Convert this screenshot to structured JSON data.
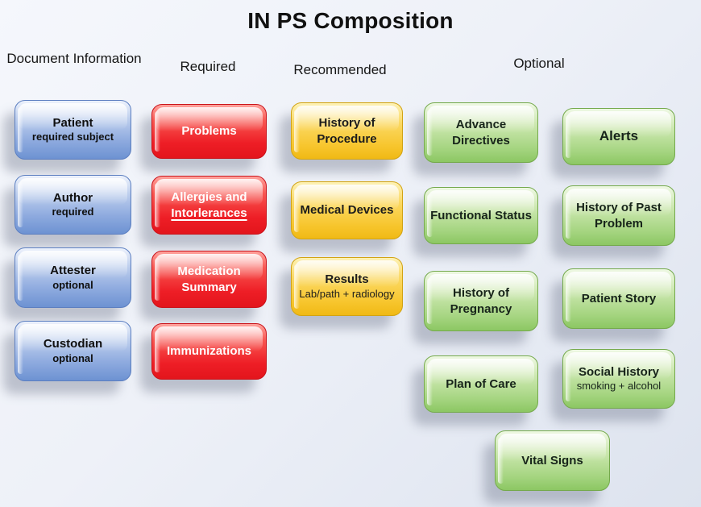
{
  "title": "IN PS Composition",
  "headers": {
    "document_information": "Document Information",
    "required": "Required",
    "recommended": "Recommended",
    "optional": "Optional"
  },
  "boxes": {
    "patient": {
      "title": "Patient",
      "subtitle": "required subject"
    },
    "author": {
      "title": "Author",
      "subtitle": "required"
    },
    "attester": {
      "title": "Attester",
      "subtitle": "optional"
    },
    "custodian": {
      "title": "Custodian",
      "subtitle": "optional"
    },
    "problems": {
      "title": "Problems"
    },
    "allergies": {
      "line1": "Allergies and",
      "line2": "Intorlerances"
    },
    "medication_summary": {
      "title": "Medication Summary"
    },
    "immunizations": {
      "title": "Immunizations"
    },
    "history_of_procedure": {
      "title": "History of Procedure"
    },
    "medical_devices": {
      "title": "Medical Devices"
    },
    "results": {
      "title": "Results",
      "subtitle": "Lab/path + radiology"
    },
    "advance_directives": {
      "title": "Advance Directives"
    },
    "functional_status": {
      "title": "Functional Status"
    },
    "history_of_pregnancy": {
      "title": "History of Pregnancy"
    },
    "plan_of_care": {
      "title": "Plan of Care"
    },
    "alerts": {
      "title": "Alerts"
    },
    "history_of_past_problem": {
      "title": "History of Past Problem"
    },
    "patient_story": {
      "title": "Patient Story"
    },
    "social_history": {
      "title": "Social History",
      "subtitle": "smoking + alcohol"
    },
    "vital_signs": {
      "title": "Vital Signs"
    }
  },
  "colors": {
    "blue": "#6d92d2",
    "red": "#ee1e26",
    "yellow": "#f7c52c",
    "green": "#8cc763",
    "background_top": "#f5f7fc",
    "background_bottom": "#dde3ee"
  }
}
